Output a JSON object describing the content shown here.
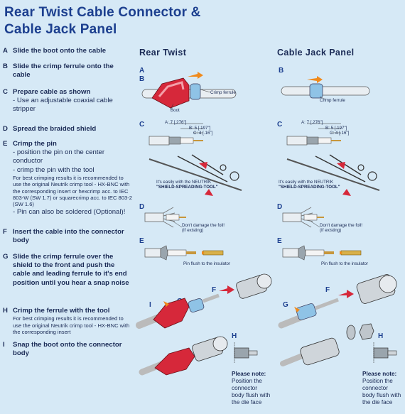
{
  "title": {
    "line1": "Rear Twist Cable Connector &",
    "line2": "Cable Jack Panel"
  },
  "steps": [
    {
      "letter": "A",
      "main": "Slide the boot onto the cable"
    },
    {
      "letter": "B",
      "main": "Slide the crimp ferrule onto the cable"
    },
    {
      "letter": "C",
      "main": "Prepare cable as shown",
      "sub": "- Use an adjustable coaxial cable stripper"
    },
    {
      "letter": "D",
      "main": "Spread the braided shield"
    },
    {
      "letter": "E",
      "main": "Crimp the pin",
      "sub1": "- position the pin on the center conductor",
      "sub2": "- crimp the pin with the tool",
      "small": "For best crimping results it is recommended to use the original Neutrik crimp tool - HX-BNC with the corresponding insert or hexcrimp acc. to IEC 803-W (SW 1.7) or squarecrimp acc. to IEC 803-2 (SW 1.6)",
      "sub3": "- Pin can also be soldered (Optional)!"
    },
    {
      "letter": "F",
      "main": "Insert the cable into the connector body"
    },
    {
      "letter": "G",
      "main": "Slide the crimp ferrule over the shield to the front and push the cable and leading ferrule to it's end position until you hear a snap noise"
    },
    {
      "letter": "H",
      "main": "Crimp the ferrule with the tool",
      "small": "For best crimping results it is recommended to use the original Neutrik crimp tool - HX-BNC with the corresponding insert"
    },
    {
      "letter": "I",
      "main": "Snap the boot onto the connector body"
    }
  ],
  "columns": {
    "rear_twist": "Rear Twist",
    "cable_jack_panel": "Cable Jack Panel"
  },
  "figure_letters": {
    "A": "A",
    "B": "B",
    "C": "C",
    "D": "D",
    "E": "E",
    "F": "F",
    "G": "G",
    "H": "H",
    "I": "I"
  },
  "captions": {
    "crimp_ferrule": "Crimp ferrule",
    "boot": "Boot",
    "dim_a": "A: 7 [.276\"]",
    "dim_b": "B: 5 [.197\"]",
    "dim_c": "C: 4 [.16\"]",
    "tool_line1": "It's easily with the NEUTRIK",
    "tool_line2": "\"SHIELD-SPREADING-TOOL\"",
    "dont_damage1": "Don't damage the foil!",
    "dont_damage2": "(If existing)",
    "pin_flush": "Pin flush to the insulator"
  },
  "note": {
    "heading": "Please note:",
    "text1": "Position the",
    "text2": "connector",
    "text3": "body flush with",
    "text4": "the die face"
  },
  "colors": {
    "title": "#1c3f8f",
    "background": "#d6e9f6",
    "boot_red": "#d6283a",
    "ferrule_blue": "#8fc3e6",
    "arrow_orange": "#f08a1c",
    "pin_gold": "#d8b04a"
  }
}
